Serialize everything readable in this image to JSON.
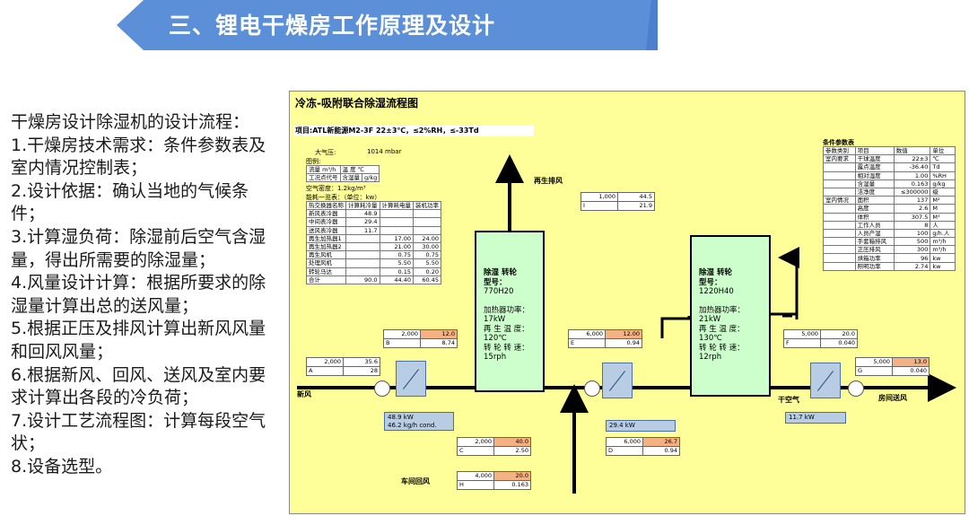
{
  "banner": {
    "title": "三、锂电干燥房工作原理及设计"
  },
  "left_text": {
    "lines": [
      "干燥房设计除湿机的设计流程：",
      "1.干燥房技术需求：条件参数表及室内情况控制表；",
      "2.设计依据：确认当地的气候条件；",
      "3.计算湿负荷：除湿前后空气含湿量，得出所需要的除湿量；",
      "4.风量设计计算：根据所要求的除湿量计算出总的送风量；",
      "5.根据正压及排风计算出新风风量和回风风量；",
      "6.根据新风、回风、送风及室内要求计算出各段的冷负荷；",
      "7.设计工艺流程图：计算每段空气状；",
      "8.设备选型。"
    ]
  },
  "diagram": {
    "title": "冷冻-吸附联合除湿流程图",
    "project": "项目:ATL新能源M2-3F 22±3℃，≤2%RH，≤-33Td",
    "atm_label": "大气压:",
    "atm_value": "1014 mbar",
    "legend_label": "图例:",
    "legend_rows": [
      [
        "流量 m³/h",
        "温  度  ℃"
      ],
      [
        "工况点代号",
        "含湿量",
        "g/kg"
      ]
    ],
    "air_density": "空气密度：1.2kg/m³",
    "energy_header": "能耗一览表：（单位：kw）",
    "energy_columns": [
      "热交换器名称",
      "计算耗冷量",
      "计算耗电量",
      "装机功率"
    ],
    "energy_rows": [
      [
        "新风表冷器",
        "48.9",
        "",
        ""
      ],
      [
        "中间表冷器",
        "29.4",
        "",
        ""
      ],
      [
        "送风表冷器",
        "11.7",
        "",
        ""
      ],
      [
        "再生加热器1",
        "",
        "17.00",
        "24.00"
      ],
      [
        "再生加热器2",
        "",
        "21.00",
        "30.00"
      ],
      [
        "再生风机",
        "",
        "0.75",
        "0.75"
      ],
      [
        "处理风机",
        "",
        "5.50",
        "5.50"
      ],
      [
        "转轮马达",
        "",
        "0.15",
        "0.20"
      ],
      [
        "合计",
        "90.0",
        "44.40",
        "60.45"
      ]
    ],
    "conditions": {
      "title": "条件参数表",
      "columns": [
        "参数类别",
        "项目",
        "数值",
        "单位"
      ],
      "rows": [
        [
          "室内要求",
          "干球温度",
          "22±3",
          "℃"
        ],
        [
          "",
          "露点温度",
          "-36.40",
          "Td"
        ],
        [
          "",
          "相对湿度",
          "1.00",
          "%RH"
        ],
        [
          "",
          "含湿量",
          "0.163",
          "g/kg"
        ],
        [
          "",
          "洁净度",
          "≤300000",
          "级"
        ],
        [
          "室内情况",
          "面积",
          "137",
          "M²"
        ],
        [
          "",
          "高度",
          "2.6",
          "M"
        ],
        [
          "",
          "体积",
          "307.5",
          "M³"
        ],
        [
          "",
          "工作人员",
          "8",
          "人"
        ],
        [
          "",
          "人员产湿",
          "100",
          "g/h.人"
        ],
        [
          "",
          "手套箱排风",
          "500",
          "m³/h"
        ],
        [
          "",
          "正压排风",
          "300",
          "m³/h"
        ],
        [
          "",
          "烘箱功率",
          "96",
          "kw"
        ],
        [
          "",
          "照明功率",
          "2.74",
          "kw"
        ]
      ]
    },
    "wheel1": {
      "title": "除湿 转轮",
      "model_label": "型号：",
      "model": "770H20",
      "heater_label": "加热器功率：",
      "heater": "17kW",
      "regen_label": "再 生 温 度：",
      "regen": "120℃",
      "speed_label": "转 轮 转 速：",
      "speed": "15rph"
    },
    "wheel2": {
      "title": "除湿 转轮",
      "model_label": "型号：",
      "model": "1220H40",
      "heater_label": "加热器功率：",
      "heater": "21kW",
      "regen_label": "再 生 温 度：",
      "regen": "130℃",
      "speed_label": "转 轮 转 速：",
      "speed": "12rph"
    },
    "labels": {
      "fresh_air": "新风",
      "regen_exhaust": "再生排风",
      "dry_air": "干空气",
      "room_supply": "房间送风",
      "workshop_return": "车间回风"
    },
    "points": {
      "I": {
        "flow": "1,000",
        "temp": "44.5",
        "code": "I",
        "moist": "21.9"
      },
      "A": {
        "flow": "2,000",
        "temp": "35.6",
        "code": "A",
        "moist": "28"
      },
      "B": {
        "flow": "2,000",
        "temp": "12.0",
        "code": "B",
        "moist": "8.74"
      },
      "C": {
        "flow": "2,000",
        "temp": "40.0",
        "code": "C",
        "moist": "2.50"
      },
      "D": {
        "flow": "6,000",
        "temp": "26.7",
        "code": "D",
        "moist": "0.94"
      },
      "E": {
        "flow": "6,000",
        "temp": "12.00",
        "code": "E",
        "moist": "0.94"
      },
      "F": {
        "flow": "5,000",
        "temp": "20.0",
        "code": "F",
        "moist": "0.040"
      },
      "G": {
        "flow": "5,000",
        "temp": "13.0",
        "code": "G",
        "moist": "0.040"
      },
      "H": {
        "flow": "4,000",
        "temp": "20.0",
        "code": "H",
        "moist": "0.163"
      }
    },
    "coil1_text": [
      "48.9 kW",
      "46.2 kg/h cond."
    ],
    "coil2_text": [
      "29.4 kW"
    ],
    "coil3_text": [
      "11.7 kW"
    ],
    "colors": {
      "banner": "#5b8fd8",
      "diagram_bg": "#ffff99",
      "wheel": "#ccffcc",
      "highlight": "#f4b183",
      "coil": "#b8cce4"
    }
  }
}
